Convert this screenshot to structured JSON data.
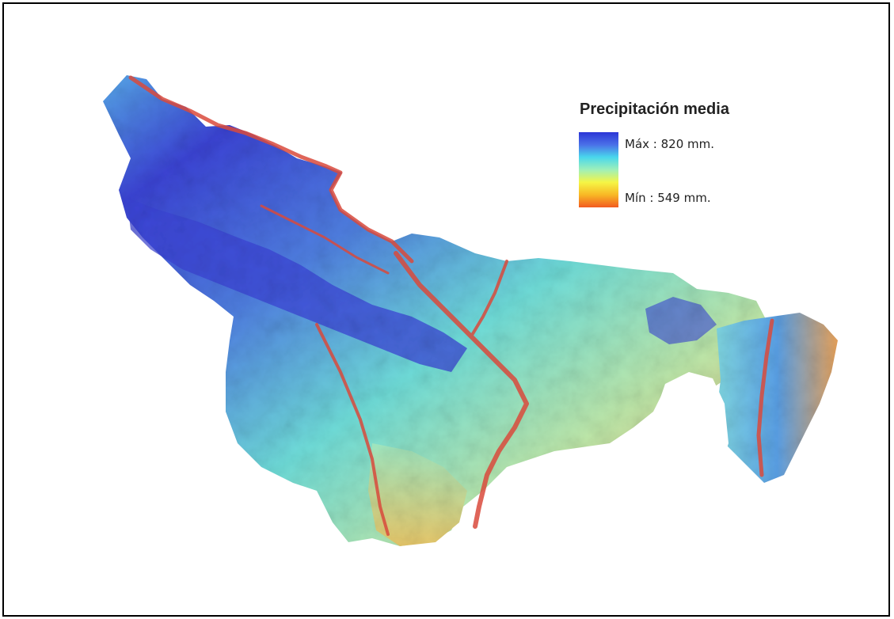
{
  "legend": {
    "title": "Precipitación media",
    "max_label": "Máx : 820 mm.",
    "min_label": "Mín : 549 mm.",
    "max_value_mm": 820,
    "min_value_mm": 549,
    "ramp_colors": [
      "#2b35d6",
      "#4a70e8",
      "#49d7ec",
      "#9ff0b8",
      "#f5f545",
      "#f8b825",
      "#f25a20"
    ]
  },
  "map": {
    "type": "shaded-relief precipitation raster",
    "palette": {
      "wet": "#3b44d4",
      "mid_wet": "#57a8e8",
      "mid": "#6fdcd8",
      "mid_dry": "#bde6a8",
      "dry": "#e8d96a",
      "driest": "#e8a25a",
      "river": "#d94a3c"
    }
  }
}
